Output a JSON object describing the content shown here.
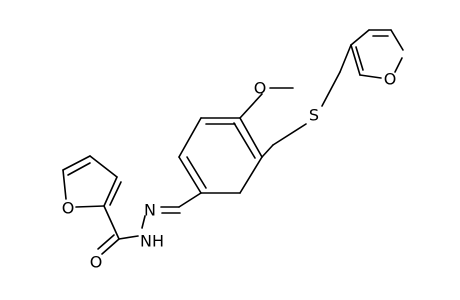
{
  "structure": {
    "atom_labels": {
      "furan_o_right": "O",
      "methoxy_o": "O",
      "sulfur": "S",
      "furan_o_left": "O",
      "carbonyl_o": "O",
      "imine_n": "N",
      "amide_nh": "NH"
    }
  }
}
